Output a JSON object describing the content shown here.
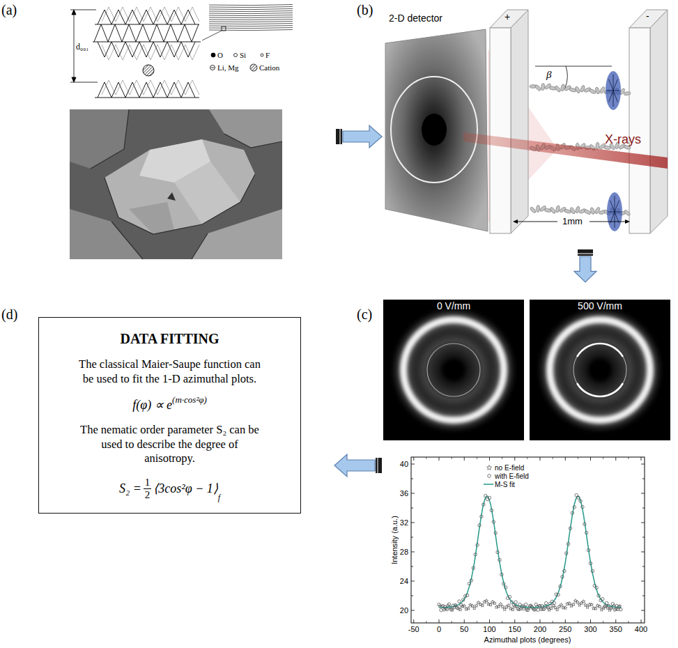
{
  "diagram": {
    "nodes": [
      {
        "text": [
          "(a)"
        ]
      },
      {
        "text": [
          "(b)"
        ]
      },
      {
        "text": [
          "(c)"
        ]
      },
      {
        "text": [
          "(d)"
        ]
      },
      {
        "text": [
          "DATA FITTING",
          "The classical Maier-Saupe function can be used to fit the 1-D azimuthal plots.",
          "f(φ) ∝ e",
          "(m·cos²φ)",
          "The nematic order parameter S₂ can be used to describe the degree of anisotropy.",
          "S₂ =",
          "1",
          "2",
          "⟨3cos²φ − 1⟩",
          "f"
        ],
        "in": 3
      }
    ],
    "edges": [
      {
        "from": 0,
        "to": 1,
        "arrow": "to"
      },
      {
        "from": 1,
        "to": 2,
        "arrow": "to"
      },
      {
        "from": 2,
        "to": 3,
        "arrow": "to"
      }
    ],
    "labels": [
      "d₀₀₁",
      "2-D detector",
      "+",
      "β",
      "X-rays",
      "1mm",
      "-",
      "0 V/mm",
      "500 V/mm",
      "Intensity (a.u.)",
      "Azimuthal plots (degrees)",
      "20",
      "24",
      "28",
      "32",
      "36",
      "40",
      "-50",
      "0",
      "50",
      "100",
      "150",
      "200",
      "250",
      "300",
      "350",
      "400"
    ],
    "legend": [
      {
        "text": "O"
      },
      {
        "text": "Si"
      },
      {
        "text": "F"
      },
      {
        "text": "Li, Mg"
      },
      {
        "text": "Cation"
      },
      {
        "text": "no E-field"
      },
      {
        "text": "with E-field"
      },
      {
        "text": "M-S fit"
      }
    ]
  }
}
